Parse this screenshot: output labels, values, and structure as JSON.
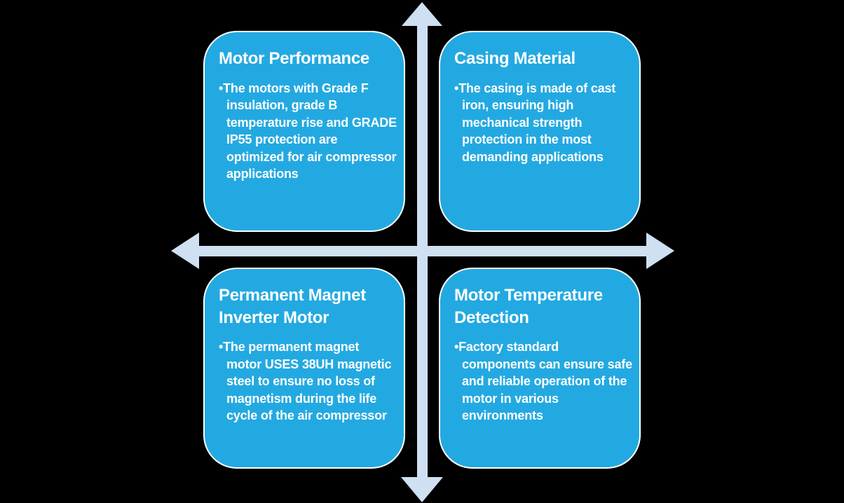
{
  "diagram": {
    "type": "quadrant-matrix",
    "background_color": "#000000",
    "box_fill_color": "#23A9E1",
    "box_border_color": "#FFFFFF",
    "text_color": "#FFFFFF",
    "axis_arrow_color": "#CEE0F2",
    "bullet_char": "•",
    "boxes": [
      {
        "position": "top-left",
        "title": "Motor Performance",
        "body": "The motors with Grade F insulation, grade B temperature rise and GRADE IP55 protection are optimized for air compressor applications"
      },
      {
        "position": "top-right",
        "title": "Casing Material",
        "body": "The casing is made of cast iron, ensuring high mechanical strength protection in the most demanding applications"
      },
      {
        "position": "bottom-left",
        "title": "Permanent Magnet Inverter Motor",
        "body": "The permanent magnet motor USES 38UH magnetic steel to ensure no loss of magnetism during the life cycle of the air compressor"
      },
      {
        "position": "bottom-right",
        "title": "Motor Temperature Detection",
        "body": "Factory standard components can ensure safe and reliable operation of the motor in various environments"
      }
    ]
  }
}
